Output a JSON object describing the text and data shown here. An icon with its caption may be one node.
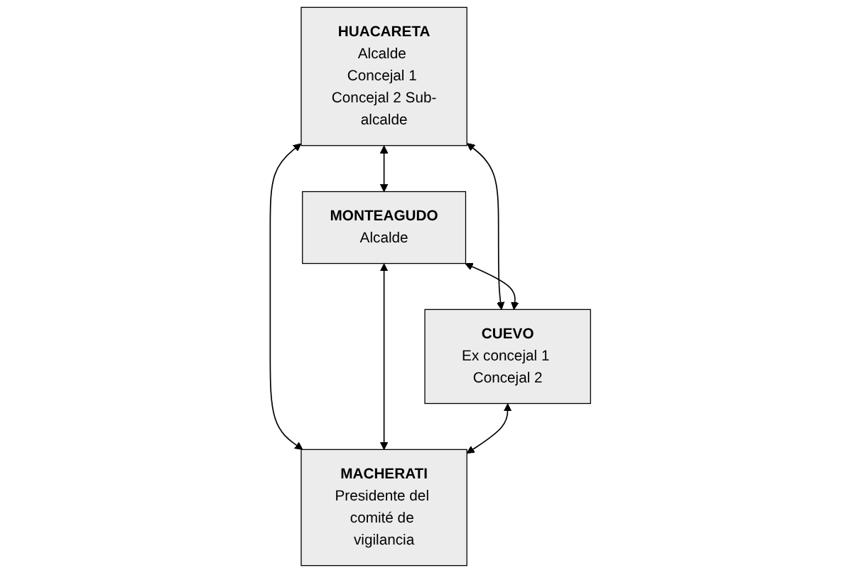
{
  "diagram": {
    "nodes": [
      {
        "text": [
          "HUACARETA",
          "Alcalde Concejal 1 Concejal 2 Sub-alcalde"
        ]
      },
      {
        "text": [
          "MONTEAGUDO",
          "Alcalde"
        ]
      },
      {
        "text": [
          "CUEVO",
          "Ex concejal 1 Concejal 2"
        ]
      },
      {
        "text": [
          "MACHERATI",
          "Presidente del comité de vigilancia"
        ]
      }
    ],
    "edges": [
      {
        "from": 0,
        "to": 1,
        "arrow": "both"
      },
      {
        "from": 0,
        "to": 2,
        "arrow": "both"
      },
      {
        "from": 0,
        "to": 3,
        "arrow": "both"
      },
      {
        "from": 1,
        "to": 2,
        "arrow": "both"
      },
      {
        "from": 1,
        "to": 3,
        "arrow": "both"
      },
      {
        "from": 2,
        "to": 3,
        "arrow": "both"
      }
    ]
  }
}
